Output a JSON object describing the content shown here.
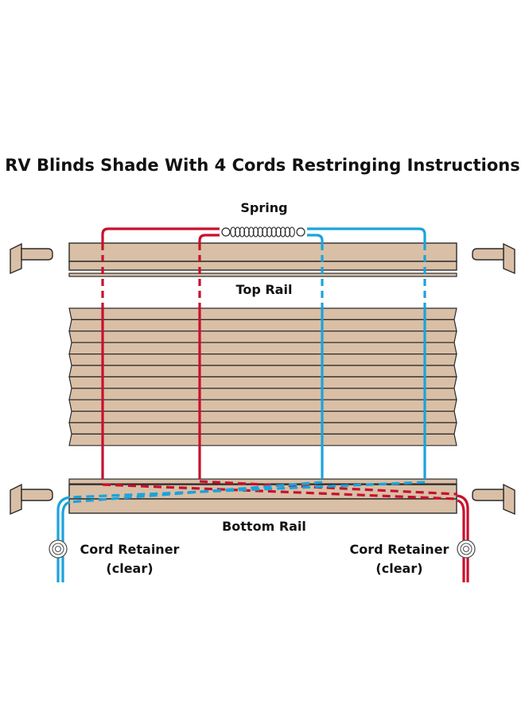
{
  "title": "RV Blinds Shade With 4 Cords Restringing Instructions",
  "labels": {
    "spring": "Spring",
    "top_rail": "Top Rail",
    "bottom_rail": "Bottom Rail",
    "retainer_left_line1": "Cord Retainer",
    "retainer_left_line2": "(clear)",
    "retainer_right_line1": "Cord Retainer",
    "retainer_right_line2": "(clear)"
  },
  "colors": {
    "red_cord": "#c8102e",
    "blue_cord": "#1ba3dc",
    "rail_fill": "#d9bfa6",
    "outline": "#2b2b2b"
  },
  "icons": {
    "bracket": "mounting-bracket-icon",
    "spring": "coil-spring-icon",
    "retainer": "cord-retainer-icon"
  }
}
